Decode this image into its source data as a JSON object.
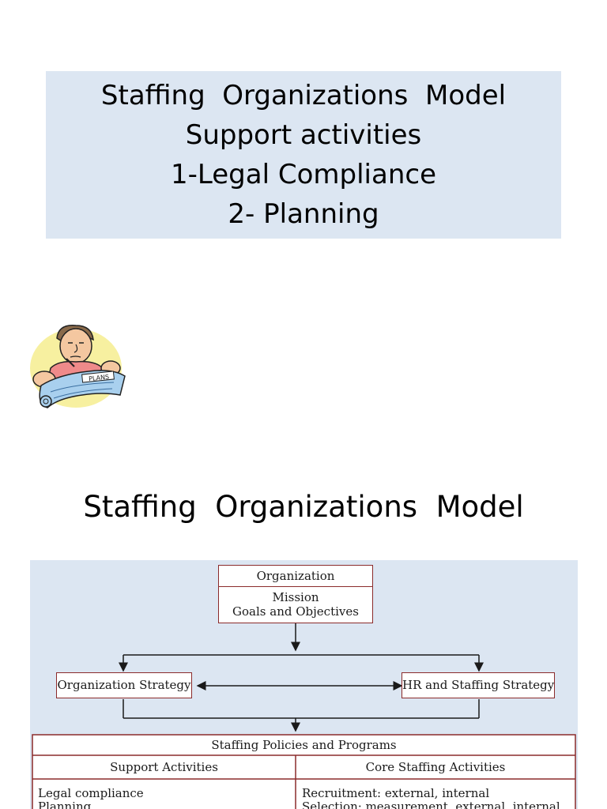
{
  "slide1": {
    "title_lines": [
      "Staffing  Organizations  Model",
      "Support activities",
      "1-Legal Compliance",
      "2- Planning"
    ],
    "clipart_text": "PLANS"
  },
  "slide2": {
    "title": "Staffing  Organizations  Model",
    "diagram": {
      "org_box": {
        "header": "Organization",
        "line1": "Mission",
        "line2": "Goals and Objectives"
      },
      "left_strategy": "Organization Strategy",
      "right_strategy": "HR and Staffing Strategy",
      "policies": "Staffing Policies and Programs",
      "support_header": "Support Activities",
      "core_header": "Core Staffing Activities",
      "support_items": [
        "Legal compliance",
        "Planning"
      ],
      "core_items": [
        "Recruitment: external, internal",
        "Selection: measurement, external, internal"
      ],
      "line_color": "#1a1a1a",
      "box_border_color": "#8b2b2b"
    }
  }
}
